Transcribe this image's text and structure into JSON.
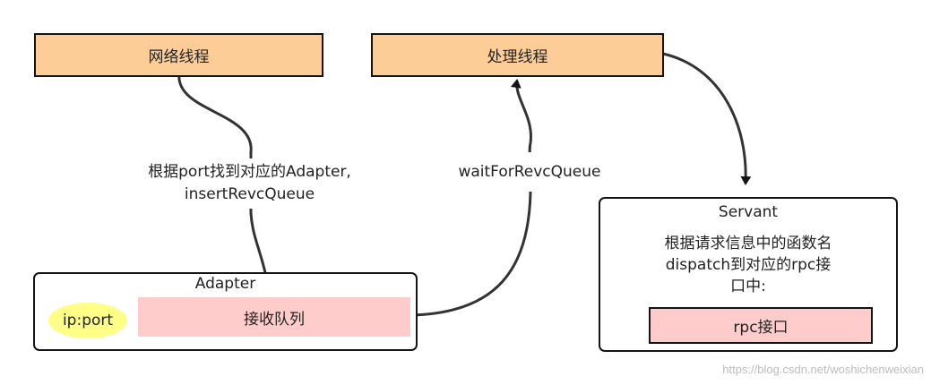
{
  "nodes": {
    "network_thread": "网络线程",
    "process_thread": "处理线程",
    "adapter": {
      "title": "Adapter",
      "ip_port": "ip:port",
      "receive_queue": "接收队列"
    },
    "servant": {
      "title": "Servant",
      "desc_line1": "根据请求信息中的函数名",
      "desc_line2": "dispatch到对应的rpc接",
      "desc_line3": "口中:",
      "rpc_interface": "rpc接口"
    }
  },
  "edges": {
    "to_adapter_label_line1": "根据port找到对应的Adapter,",
    "to_adapter_label_line2": "insertRevcQueue",
    "wait_label": "waitForRevcQueue"
  },
  "watermark": "https://blog.csdn.net/woshichenweixian"
}
